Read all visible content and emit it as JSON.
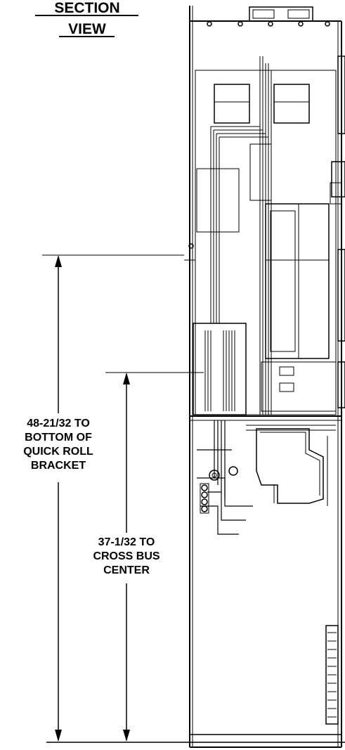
{
  "title": {
    "line1": "SECTION",
    "line2": "VIEW"
  },
  "dimensions": [
    {
      "lines": [
        "48-21/32 TO",
        "BOTTOM OF",
        "QUICK ROLL",
        "BRACKET"
      ]
    },
    {
      "lines": [
        "37-1/32 TO",
        "CROSS BUS",
        "CENTER"
      ]
    }
  ]
}
